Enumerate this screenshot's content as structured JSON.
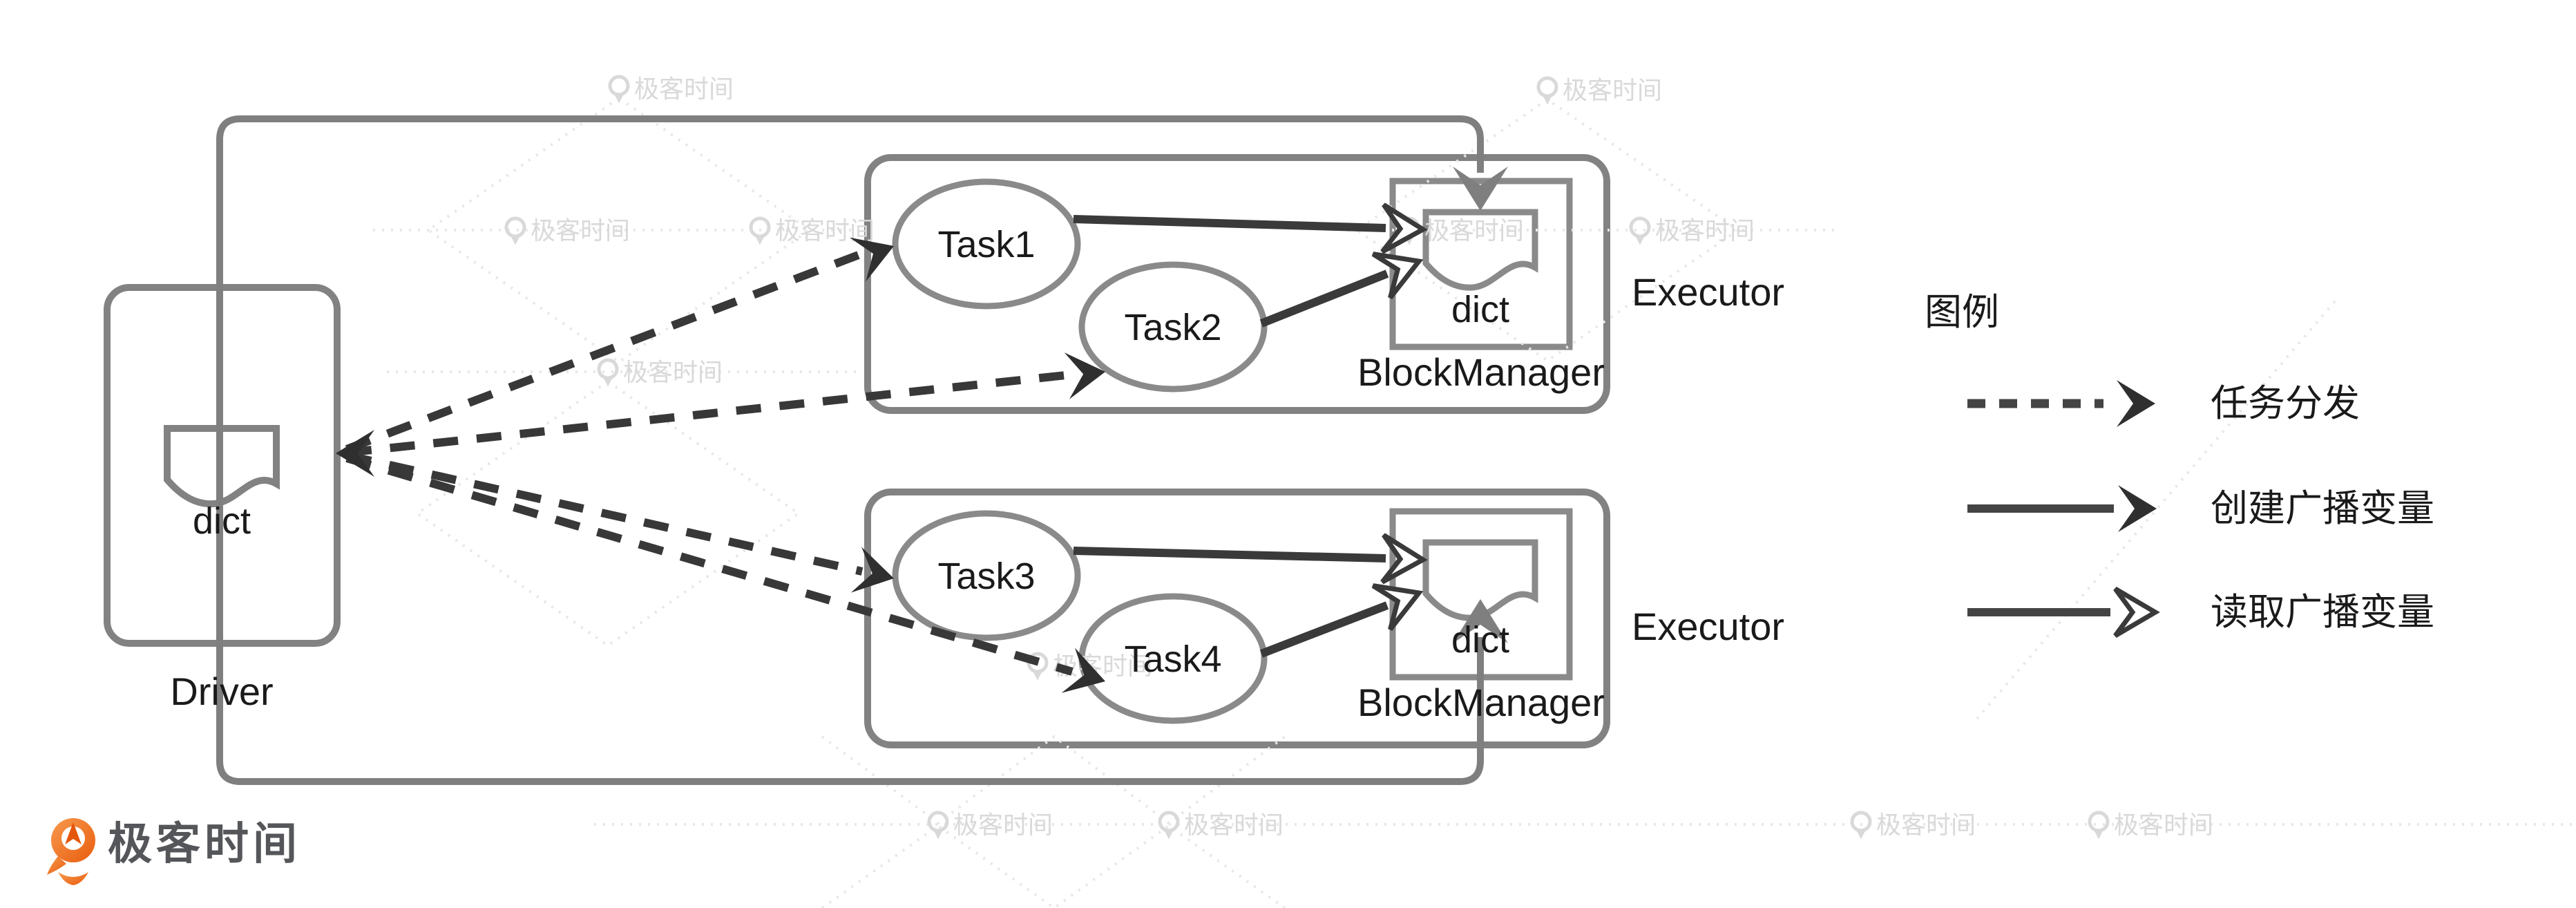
{
  "diagram": {
    "driver": {
      "label": "Driver",
      "doc_label": "dict"
    },
    "executors": [
      {
        "label": "Executor",
        "block_manager": "BlockManager",
        "doc_label": "dict",
        "tasks": [
          "Task1",
          "Task2"
        ]
      },
      {
        "label": "Executor",
        "block_manager": "BlockManager",
        "doc_label": "dict",
        "tasks": [
          "Task3",
          "Task4"
        ]
      }
    ]
  },
  "legend": {
    "title": "图例",
    "items": [
      {
        "label": "任务分发",
        "line_style": "dashed"
      },
      {
        "label": "创建广播变量",
        "line_style": "solid"
      },
      {
        "label": "读取广播变量",
        "line_style": "solid-open-head"
      }
    ]
  },
  "watermark": {
    "text": "极客时间"
  },
  "logo": {
    "text": "极客时间"
  },
  "colors": {
    "box_stroke": "#828282",
    "broadcast_arrow": "#7f7f7f",
    "dark_arrow": "#3a3a3a",
    "text": "#1a1a1a",
    "watermark": "#d9d9d9",
    "logo_orange": "#ee6015",
    "logo_text": "#55565a"
  }
}
